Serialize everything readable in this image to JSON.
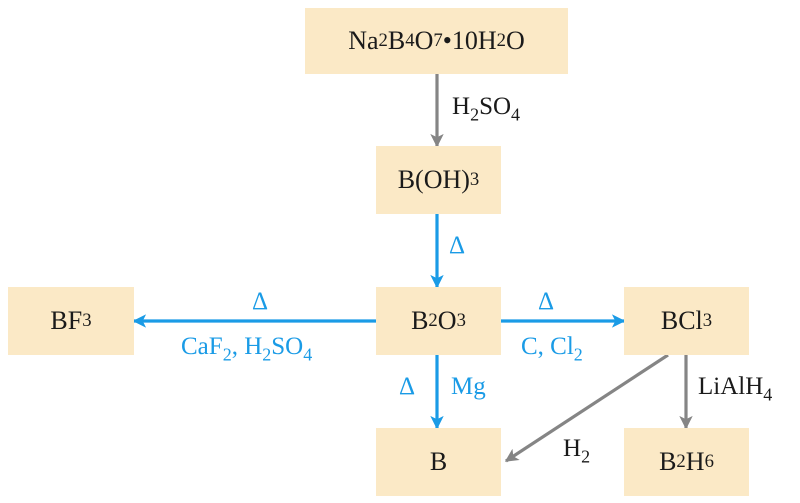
{
  "colors": {
    "box": "#fbe9c6",
    "blue": "#1a9be6",
    "gray": "#858585",
    "text": "#1a1a1a"
  },
  "nodes": [
    {
      "id": "borax",
      "name": "node-borax",
      "parts": [
        [
          "Na",
          ""
        ],
        [
          "2",
          "sub"
        ],
        [
          "B",
          ""
        ],
        [
          "4",
          "sub"
        ],
        [
          "O",
          ""
        ],
        [
          "7",
          "sub"
        ],
        [
          "•10H",
          ""
        ],
        [
          "2",
          "sub"
        ],
        [
          "O",
          ""
        ]
      ]
    },
    {
      "id": "boh3",
      "name": "node-boric-acid",
      "parts": [
        [
          "B(OH)",
          ""
        ],
        [
          "3",
          "sub"
        ]
      ]
    },
    {
      "id": "b2o3",
      "name": "node-boron-oxide",
      "parts": [
        [
          "B",
          ""
        ],
        [
          "2",
          "sub"
        ],
        [
          "O",
          ""
        ],
        [
          "3",
          "sub"
        ]
      ]
    },
    {
      "id": "bf3",
      "name": "node-boron-trifluoride",
      "parts": [
        [
          "BF",
          ""
        ],
        [
          "3",
          "sub"
        ]
      ]
    },
    {
      "id": "bcl3",
      "name": "node-boron-trichloride",
      "parts": [
        [
          "BCl",
          ""
        ],
        [
          "3",
          "sub"
        ]
      ]
    },
    {
      "id": "b",
      "name": "node-boron",
      "parts": [
        [
          "B",
          ""
        ]
      ]
    },
    {
      "id": "b2h6",
      "name": "node-diborane",
      "parts": [
        [
          "B",
          ""
        ],
        [
          "2",
          "sub"
        ],
        [
          "H",
          ""
        ],
        [
          "6",
          "sub"
        ]
      ]
    }
  ],
  "edges": [
    {
      "id": "e1",
      "from": "borax",
      "to": "boh3",
      "color": "gray"
    },
    {
      "id": "e2",
      "from": "boh3",
      "to": "b2o3",
      "color": "blue"
    },
    {
      "id": "e3",
      "from": "b2o3",
      "to": "bf3",
      "color": "blue"
    },
    {
      "id": "e4",
      "from": "b2o3",
      "to": "bcl3",
      "color": "blue"
    },
    {
      "id": "e5",
      "from": "b2o3",
      "to": "b",
      "color": "blue"
    },
    {
      "id": "e6",
      "from": "bcl3",
      "to": "b",
      "color": "gray"
    },
    {
      "id": "e7",
      "from": "bcl3",
      "to": "b2h6",
      "color": "gray"
    }
  ],
  "labels": [
    {
      "id": "l1",
      "name": "label-h2so4",
      "color": "text",
      "parts": [
        [
          "H",
          ""
        ],
        [
          "2",
          "sub"
        ],
        [
          "SO",
          ""
        ],
        [
          "4",
          "sub"
        ]
      ]
    },
    {
      "id": "l2",
      "name": "label-heat-boric",
      "color": "blue",
      "parts": [
        [
          "Δ",
          ""
        ]
      ]
    },
    {
      "id": "l3",
      "name": "label-heat-bf3",
      "color": "blue",
      "parts": [
        [
          "Δ",
          ""
        ]
      ]
    },
    {
      "id": "l4",
      "name": "label-caf2-h2so4",
      "color": "blue",
      "parts": [
        [
          "CaF",
          ""
        ],
        [
          "2",
          "sub"
        ],
        [
          ", H",
          ""
        ],
        [
          "2",
          "sub"
        ],
        [
          "SO",
          ""
        ],
        [
          "4",
          "sub"
        ]
      ]
    },
    {
      "id": "l5",
      "name": "label-heat-bcl3",
      "color": "blue",
      "parts": [
        [
          "Δ",
          ""
        ]
      ]
    },
    {
      "id": "l6",
      "name": "label-c-cl2",
      "color": "blue",
      "parts": [
        [
          "C, Cl",
          ""
        ],
        [
          "2",
          "sub"
        ]
      ]
    },
    {
      "id": "l7",
      "name": "label-heat-mg",
      "color": "blue",
      "parts": [
        [
          "Δ",
          ""
        ]
      ]
    },
    {
      "id": "l8",
      "name": "label-mg",
      "color": "blue",
      "parts": [
        [
          "Mg",
          ""
        ]
      ]
    },
    {
      "id": "l9",
      "name": "label-lialh4",
      "color": "text",
      "parts": [
        [
          "LiAlH",
          ""
        ],
        [
          "4",
          "sub"
        ]
      ]
    },
    {
      "id": "l10",
      "name": "label-h2",
      "color": "text",
      "parts": [
        [
          "H",
          ""
        ],
        [
          "2",
          "sub"
        ]
      ]
    }
  ]
}
